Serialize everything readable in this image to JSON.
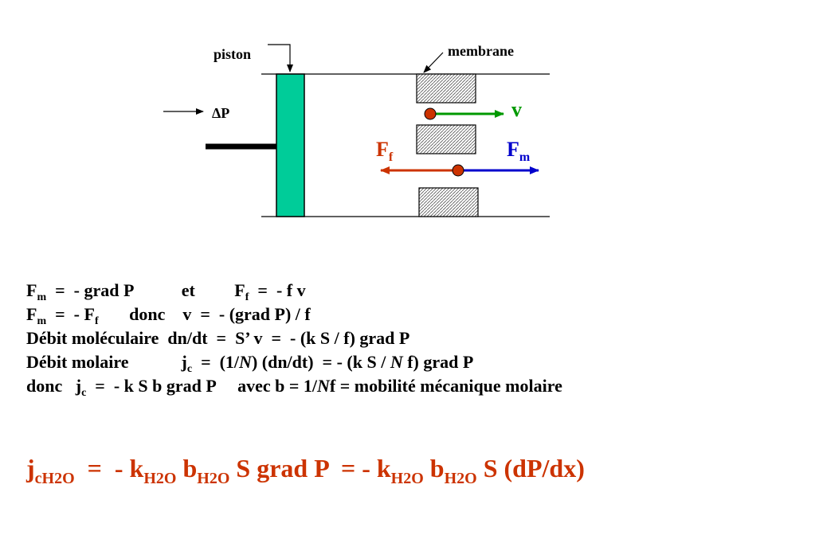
{
  "diagram": {
    "piston_label": "piston",
    "membrane_label": "membrane",
    "pressure_label": "ΔP",
    "v_label": "v",
    "ff_label": "F",
    "ff_sub": "f",
    "fm_label": "F",
    "fm_sub": "m",
    "colors": {
      "piston": "#00cc99",
      "v": "#009900",
      "ff": "#cc3300",
      "fm": "#0000cc",
      "particle": "#cc3300"
    }
  },
  "equations": {
    "line1": {
      "a": "F",
      "a_sub": "m",
      "b": "  =  - grad P           et         F",
      "b_sub": "f",
      "c": "  =  - f v"
    },
    "line2": {
      "a": "F",
      "a_sub": "m",
      "b": "  =  - F",
      "b_sub": "f",
      "c": "       donc    v  =  - (grad P) / f"
    },
    "line3": {
      "text": "Débit moléculaire  dn/dt  =  S’ v  =  - (k S / f) grad P"
    },
    "line4": {
      "a": "Débit molaire            j",
      "a_sub": "c",
      "b": "  =  (1/",
      "b_italic": "N",
      "c": ") (dn/dt)  = - (k S / ",
      "c_italic": "N",
      "d": " f) grad P"
    },
    "line5": {
      "a": "donc   j",
      "a_sub": "c",
      "b": "  =  - k S b grad P     avec b = 1/",
      "b_italic": "N",
      "c": "f = mobilité mécanique molaire"
    }
  },
  "final_equation": {
    "p1": "j",
    "p1_sub": "cH2O",
    "p2": "  =  - k",
    "p2_sub": "H2O",
    "p3": " b",
    "p3_sub": "H2O",
    "p4": " S grad P  = - k",
    "p4_sub": "H2O",
    "p5": " b",
    "p5_sub": "H2O",
    "p6": " S (dP/dx)"
  }
}
